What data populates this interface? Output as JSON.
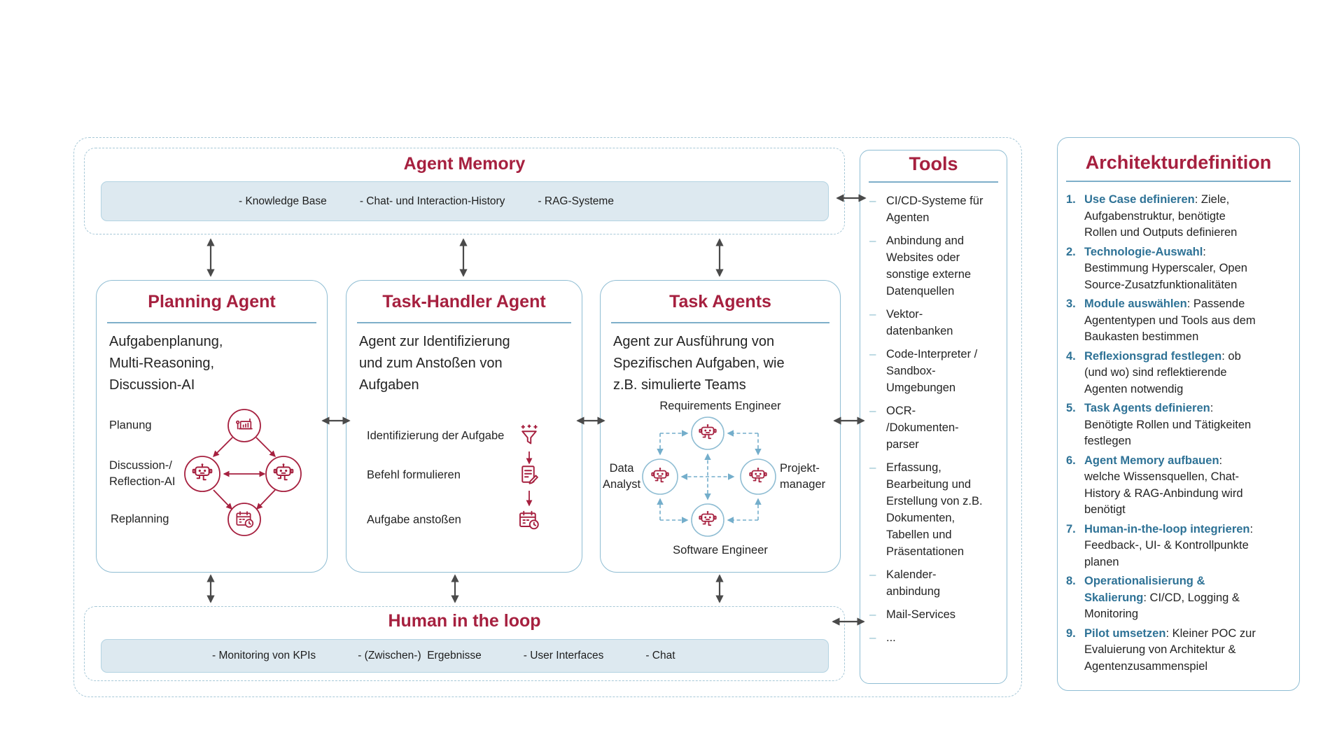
{
  "colors": {
    "accent_red": "#a6203f",
    "accent_blue": "#2e7296",
    "border_blue": "#8fbdd3",
    "dashed_blue": "#a7c8d7",
    "rule_blue": "#7eafc9",
    "bar_fill": "#dde9f0",
    "bar_border": "#b3d3e2",
    "bullet_teal": "#8fc0cf",
    "text_dark": "#242424",
    "arrow_gray": "#4a4a4a",
    "dashed_arrow_blue": "#74aecb"
  },
  "agent_memory": {
    "title": "Agent Memory",
    "items": [
      "- Knowledge Base",
      "- Chat- und Interaction-History",
      "- RAG-Systeme"
    ]
  },
  "planning_agent": {
    "title": "Planning Agent",
    "description": "Aufgabenplanung,\nMulti-Reasoning,\nDiscussion-AI",
    "label_planung": "Planung",
    "label_discussion": "Discussion-/\nReflection-AI",
    "label_replanning": "Replanning"
  },
  "task_handler_agent": {
    "title": "Task-Handler Agent",
    "description": "Agent zur Identifizierung\nund zum Anstoßen von\nAufgaben",
    "step1": "Identifizierung der Aufgabe",
    "step2": "Befehl formulieren",
    "step3": "Aufgabe anstoßen"
  },
  "task_agents": {
    "title": "Task Agents",
    "description": "Agent zur Ausführung von\nSpezifischen Aufgaben, wie\nz.B. simulierte Teams",
    "role_top": "Requirements Engineer",
    "role_left": "Data\nAnalyst",
    "role_right": "Projekt-\nmanager",
    "role_bottom": "Software Engineer"
  },
  "human_in_the_loop": {
    "title": "Human in the loop",
    "items": [
      "- Monitoring von KPIs",
      "- (Zwischen-)  Ergebnisse",
      "- User Interfaces",
      "- Chat"
    ]
  },
  "tools": {
    "title": "Tools",
    "items": [
      "CI/CD-Systeme für\nAgenten",
      "Anbindung and\nWebsites oder\nsonstige externe\nDatenquellen",
      "Vektor-\ndatenbanken",
      "Code-Interpreter /\nSandbox-\nUmgebungen",
      "OCR-\n/Dokumenten-\nparser",
      "Erfassung,\nBearbeitung und\nErstellung von z.B.\nDokumenten,\nTabellen und\nPräsentationen",
      "Kalender-\nanbindung",
      "Mail-Services",
      "..."
    ]
  },
  "architekturdefinition": {
    "title": "Architekturdefinition",
    "steps": [
      {
        "num": "1.",
        "bold": "Use Case definieren",
        "rest": ": Ziele, Aufgabenstruktur, benötigte Rollen und Outputs definieren"
      },
      {
        "num": "2.",
        "bold": "Technologie-Auswahl",
        "rest": ": Bestimmung Hyperscaler, Open Source-Zusatzfunktionalitäten"
      },
      {
        "num": "3.",
        "bold": "Module auswählen",
        "rest": ": Passende Agententypen und Tools aus dem Baukasten bestimmen"
      },
      {
        "num": "4.",
        "bold": "Reflexionsgrad festlegen",
        "rest": ": ob (und wo) sind reflektierende Agenten notwendig"
      },
      {
        "num": "5.",
        "bold": "Task Agents definieren",
        "rest": ": Benötigte Rollen und Tätigkeiten festlegen"
      },
      {
        "num": "6.",
        "bold": "Agent Memory aufbauen",
        "rest": ": welche Wissensquellen, Chat-History & RAG-Anbindung wird benötigt"
      },
      {
        "num": "7.",
        "bold": "Human-in-the-loop integrieren",
        "rest": ": Feedback-, UI- & Kontrollpunkte planen"
      },
      {
        "num": "8.",
        "bold": "Operationalisierung & Skalierung",
        "rest": ": CI/CD, Logging & Monitoring"
      },
      {
        "num": "9.",
        "bold": "Pilot umsetzen",
        "rest": ": Kleiner POC zur Evaluierung von Architektur & Agentenzusammenspiel"
      }
    ]
  }
}
